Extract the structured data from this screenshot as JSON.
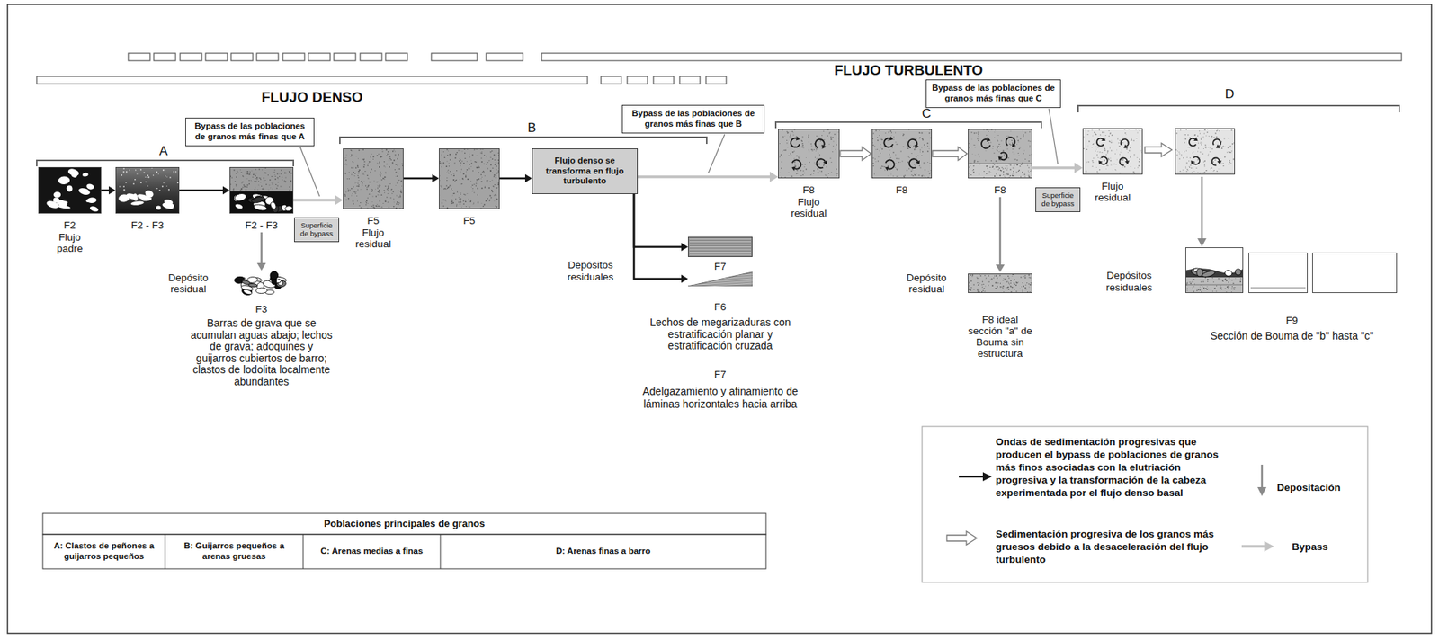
{
  "diagram": {
    "nodes": [
      {
        "text": [
          "Bypass de las poblaciones de granos más finas que A"
        ]
      },
      {
        "text": [
          "F2",
          "Flujo padre"
        ]
      },
      {
        "text": [
          "F2 - F3"
        ]
      },
      {
        "text": [
          "F2 - F3"
        ]
      },
      {
        "text": [
          "Superficie de bypass"
        ]
      },
      {
        "text": [
          "Depósito residual",
          "F3",
          "Barras de grava que se acumulan aguas abajo; lechos de grava; adoquines y guijarros cubiertos de barro; clastos de lodolita localmente abundantes"
        ]
      },
      {
        "text": [
          "Bypass de las poblaciones de granos más finas que B"
        ]
      },
      {
        "text": [
          "F5",
          "Flujo residual"
        ]
      },
      {
        "text": [
          "F5"
        ]
      },
      {
        "text": [
          "Flujo denso se transforma en flujo turbulento"
        ]
      },
      {
        "text": [
          "F7"
        ]
      },
      {
        "text": [
          "F6",
          "Lechos de megarizaduras con estratificación planar y estratificación cruzada"
        ]
      },
      {
        "text": [
          "Bypass de las poblaciones de granos más finas que C"
        ]
      },
      {
        "text": [
          "F8",
          "Flujo residual"
        ]
      },
      {
        "text": [
          "F8"
        ]
      },
      {
        "text": [
          "F8"
        ]
      },
      {
        "text": [
          "Superficie de bypass"
        ]
      },
      {
        "text": [
          "Depósito residual",
          "F8 ideal sección \"a\" de Bouma sin estructura"
        ]
      },
      {
        "text": [
          "Flujo residual"
        ]
      }
    ],
    "edges": [
      {
        "from": 1,
        "to": 2,
        "arrow": "to"
      },
      {
        "from": 2,
        "to": 3,
        "arrow": "to"
      },
      {
        "from": 3,
        "to": 5,
        "arrow": "to"
      },
      {
        "from": 3,
        "to": 7,
        "arrow": "to"
      },
      {
        "from": 7,
        "to": 8,
        "arrow": "to"
      },
      {
        "from": 8,
        "to": 9,
        "arrow": "to"
      },
      {
        "from": 9,
        "to": 10,
        "arrow": "to"
      },
      {
        "from": 9,
        "to": 11,
        "arrow": "to"
      },
      {
        "from": 9,
        "to": 13,
        "arrow": "to"
      },
      {
        "from": 13,
        "to": 14,
        "arrow": "to"
      },
      {
        "from": 14,
        "to": 15,
        "arrow": "to"
      },
      {
        "from": 15,
        "to": 17,
        "arrow": "to"
      },
      {
        "from": 15,
        "to": 18,
        "arrow": "to"
      }
    ],
    "labels": [
      "FLUJO TURBULENTO",
      "FLUJO DENSO",
      "A",
      "B",
      "C",
      "D",
      "Depósitos residuales",
      "F7",
      "Adelgazamiento y afinamiento de láminas horizontales hacia arriba",
      "Depósitos residuales",
      "F9",
      "Sección de Bouma de \"b\" hasta \"c\"",
      "Poblaciones principales de granos",
      "A: Clastos de peñones a guijarros pequeños",
      "B: Guijarros pequeños a arenas gruesas",
      "C: Arenas medias a finas",
      "D: Arenas finas a barro"
    ],
    "legend": [
      {
        "text": "Ondas de sedimentación progresivas que producen el bypass de poblaciones de granos más finos asociadas con la elutriación progresiva y la transformación de la cabeza experimentada por el flujo denso basal"
      },
      {
        "text": "Depositación"
      },
      {
        "text": "Sedimentación progresiva de los granos más gruesos debido a la desaceleración del flujo turbulento"
      },
      {
        "text": "Bypass"
      }
    ]
  }
}
